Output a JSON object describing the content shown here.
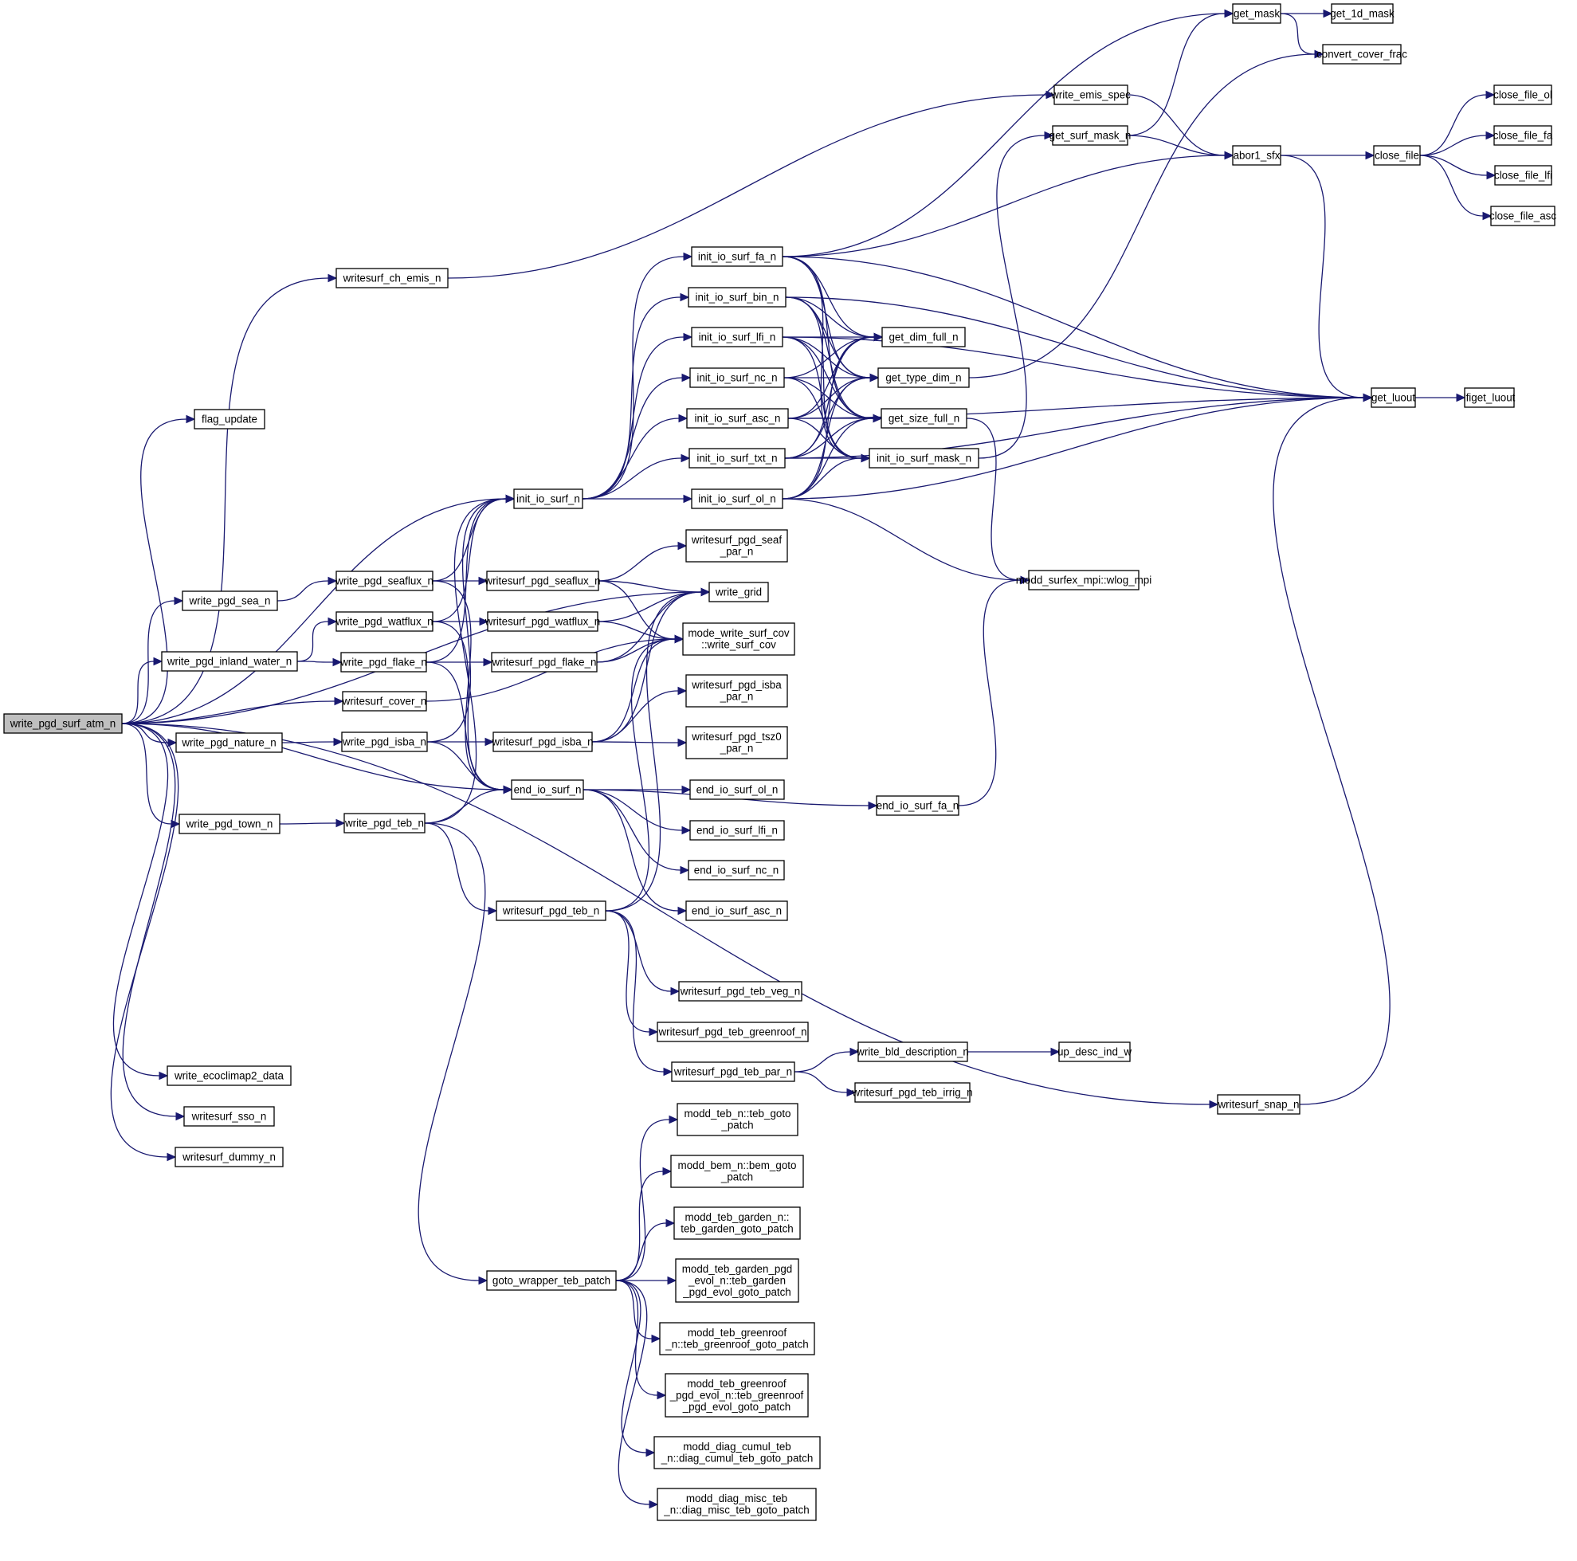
{
  "title": "write_pgd_surf_atm_n call graph",
  "colors": {
    "edge": "#191970",
    "root_fill": "#bfbfbf",
    "node_fill": "#ffffff",
    "border": "#000000"
  },
  "root": "write_pgd_surf_atm_n",
  "nodes": [
    {
      "id": "write_pgd_surf_atm_n",
      "lines": [
        "write_pgd_surf_atm_n"
      ]
    },
    {
      "id": "flag_update",
      "lines": [
        "flag_update"
      ]
    },
    {
      "id": "writesurf_ch_emis_n",
      "lines": [
        "writesurf_ch_emis_n"
      ]
    },
    {
      "id": "write_pgd_sea_n",
      "lines": [
        "write_pgd_sea_n"
      ]
    },
    {
      "id": "write_pgd_inland_water_n",
      "lines": [
        "write_pgd_inland_water_n"
      ]
    },
    {
      "id": "write_pgd_nature_n",
      "lines": [
        "write_pgd_nature_n"
      ]
    },
    {
      "id": "write_pgd_town_n",
      "lines": [
        "write_pgd_town_n"
      ]
    },
    {
      "id": "write_ecoclimap2_data",
      "lines": [
        "write_ecoclimap2_data"
      ]
    },
    {
      "id": "writesurf_sso_n",
      "lines": [
        "writesurf_sso_n"
      ]
    },
    {
      "id": "writesurf_dummy_n",
      "lines": [
        "writesurf_dummy_n"
      ]
    },
    {
      "id": "write_pgd_seaflux_n",
      "lines": [
        "write_pgd_seaflux_n"
      ]
    },
    {
      "id": "write_pgd_watflux_n",
      "lines": [
        "write_pgd_watflux_n"
      ]
    },
    {
      "id": "write_pgd_flake_n",
      "lines": [
        "write_pgd_flake_n"
      ]
    },
    {
      "id": "writesurf_cover_n",
      "lines": [
        "writesurf_cover_n"
      ]
    },
    {
      "id": "write_pgd_isba_n",
      "lines": [
        "write_pgd_isba_n"
      ]
    },
    {
      "id": "write_pgd_teb_n",
      "lines": [
        "write_pgd_teb_n"
      ]
    },
    {
      "id": "init_io_surf_n",
      "lines": [
        "init_io_surf_n"
      ]
    },
    {
      "id": "writesurf_pgd_seaflux_n",
      "lines": [
        "writesurf_pgd_seaflux_n"
      ]
    },
    {
      "id": "writesurf_pgd_watflux_n",
      "lines": [
        "writesurf_pgd_watflux_n"
      ]
    },
    {
      "id": "writesurf_pgd_flake_n",
      "lines": [
        "writesurf_pgd_flake_n"
      ]
    },
    {
      "id": "writesurf_pgd_isba_n",
      "lines": [
        "writesurf_pgd_isba_n"
      ]
    },
    {
      "id": "end_io_surf_n",
      "lines": [
        "end_io_surf_n"
      ]
    },
    {
      "id": "writesurf_pgd_teb_n",
      "lines": [
        "writesurf_pgd_teb_n"
      ]
    },
    {
      "id": "goto_wrapper_teb_patch",
      "lines": [
        "goto_wrapper_teb_patch"
      ]
    },
    {
      "id": "init_io_surf_fa_n",
      "lines": [
        "init_io_surf_fa_n"
      ]
    },
    {
      "id": "init_io_surf_bin_n",
      "lines": [
        "init_io_surf_bin_n"
      ]
    },
    {
      "id": "init_io_surf_lfi_n",
      "lines": [
        "init_io_surf_lfi_n"
      ]
    },
    {
      "id": "init_io_surf_nc_n",
      "lines": [
        "init_io_surf_nc_n"
      ]
    },
    {
      "id": "init_io_surf_asc_n",
      "lines": [
        "init_io_surf_asc_n"
      ]
    },
    {
      "id": "init_io_surf_txt_n",
      "lines": [
        "init_io_surf_txt_n"
      ]
    },
    {
      "id": "init_io_surf_ol_n",
      "lines": [
        "init_io_surf_ol_n"
      ]
    },
    {
      "id": "writesurf_pgd_seaf_par_n",
      "lines": [
        "writesurf_pgd_seaf",
        "_par_n"
      ]
    },
    {
      "id": "write_grid",
      "lines": [
        "write_grid"
      ]
    },
    {
      "id": "mode_write_surf_cov",
      "lines": [
        "mode_write_surf_cov",
        "::write_surf_cov"
      ]
    },
    {
      "id": "writesurf_pgd_isba_par_n",
      "lines": [
        "writesurf_pgd_isba",
        "_par_n"
      ]
    },
    {
      "id": "writesurf_pgd_tsz0_par_n",
      "lines": [
        "writesurf_pgd_tsz0",
        "_par_n"
      ]
    },
    {
      "id": "end_io_surf_ol_n",
      "lines": [
        "end_io_surf_ol_n"
      ]
    },
    {
      "id": "end_io_surf_lfi_n",
      "lines": [
        "end_io_surf_lfi_n"
      ]
    },
    {
      "id": "end_io_surf_nc_n",
      "lines": [
        "end_io_surf_nc_n"
      ]
    },
    {
      "id": "end_io_surf_asc_n",
      "lines": [
        "end_io_surf_asc_n"
      ]
    },
    {
      "id": "writesurf_pgd_teb_veg_n",
      "lines": [
        "writesurf_pgd_teb_veg_n"
      ]
    },
    {
      "id": "writesurf_pgd_teb_greenroof_n",
      "lines": [
        "writesurf_pgd_teb_greenroof_n"
      ]
    },
    {
      "id": "writesurf_pgd_teb_par_n",
      "lines": [
        "writesurf_pgd_teb_par_n"
      ]
    },
    {
      "id": "modd_teb_n_teb_goto_patch",
      "lines": [
        "modd_teb_n::teb_goto",
        "_patch"
      ]
    },
    {
      "id": "modd_bem_n_bem_goto_patch",
      "lines": [
        "modd_bem_n::bem_goto",
        "_patch"
      ]
    },
    {
      "id": "modd_teb_garden_n",
      "lines": [
        "modd_teb_garden_n::",
        "teb_garden_goto_patch"
      ]
    },
    {
      "id": "modd_teb_garden_pgd_evol_n",
      "lines": [
        "modd_teb_garden_pgd",
        "_evol_n::teb_garden",
        "_pgd_evol_goto_patch"
      ]
    },
    {
      "id": "modd_teb_greenroof_n",
      "lines": [
        "modd_teb_greenroof",
        "_n::teb_greenroof_goto_patch"
      ]
    },
    {
      "id": "modd_teb_greenroof_pgd_evol_n",
      "lines": [
        "modd_teb_greenroof",
        "_pgd_evol_n::teb_greenroof",
        "_pgd_evol_goto_patch"
      ]
    },
    {
      "id": "modd_diag_cumul_teb_n",
      "lines": [
        "modd_diag_cumul_teb",
        "_n::diag_cumul_teb_goto_patch"
      ]
    },
    {
      "id": "modd_diag_misc_teb_n",
      "lines": [
        "modd_diag_misc_teb",
        "_n::diag_misc_teb_goto_patch"
      ]
    },
    {
      "id": "get_dim_full_n",
      "lines": [
        "get_dim_full_n"
      ]
    },
    {
      "id": "get_type_dim_n",
      "lines": [
        "get_type_dim_n"
      ]
    },
    {
      "id": "get_size_full_n",
      "lines": [
        "get_size_full_n"
      ]
    },
    {
      "id": "init_io_surf_mask_n",
      "lines": [
        "init_io_surf_mask_n"
      ]
    },
    {
      "id": "end_io_surf_fa_n",
      "lines": [
        "end_io_surf_fa_n"
      ]
    },
    {
      "id": "write_bld_description_n",
      "lines": [
        "write_bld_description_n"
      ]
    },
    {
      "id": "writesurf_pgd_teb_irrig_n",
      "lines": [
        "writesurf_pgd_teb_irrig_n"
      ]
    },
    {
      "id": "write_emis_spec",
      "lines": [
        "write_emis_spec"
      ]
    },
    {
      "id": "get_surf_mask_n",
      "lines": [
        "get_surf_mask_n"
      ]
    },
    {
      "id": "modd_surfex_mpi_wlog_mpi",
      "lines": [
        "modd_surfex_mpi::wlog_mpi"
      ]
    },
    {
      "id": "up_desc_ind_w",
      "lines": [
        "up_desc_ind_w"
      ]
    },
    {
      "id": "get_mask",
      "lines": [
        "get_mask"
      ]
    },
    {
      "id": "abor1_sfx",
      "lines": [
        "abor1_sfx"
      ]
    },
    {
      "id": "get_luout",
      "lines": [
        "get_luout"
      ]
    },
    {
      "id": "writesurf_snap_n",
      "lines": [
        "writesurf_snap_n"
      ]
    },
    {
      "id": "get_1d_mask",
      "lines": [
        "get_1d_mask"
      ]
    },
    {
      "id": "convert_cover_frac",
      "lines": [
        "convert_cover_frac"
      ]
    },
    {
      "id": "close_file",
      "lines": [
        "close_file"
      ]
    },
    {
      "id": "lfiget_luout",
      "lines": [
        "lfiget_luout"
      ]
    },
    {
      "id": "close_file_ol",
      "lines": [
        "close_file_ol"
      ]
    },
    {
      "id": "close_file_fa",
      "lines": [
        "close_file_fa"
      ]
    },
    {
      "id": "close_file_lfi",
      "lines": [
        "close_file_lfi"
      ]
    },
    {
      "id": "close_file_asc",
      "lines": [
        "close_file_asc"
      ]
    }
  ],
  "edges": [
    [
      "write_pgd_surf_atm_n",
      "flag_update"
    ],
    [
      "write_pgd_surf_atm_n",
      "writesurf_ch_emis_n"
    ],
    [
      "write_pgd_surf_atm_n",
      "init_io_surf_n"
    ],
    [
      "write_pgd_surf_atm_n",
      "write_grid"
    ],
    [
      "write_pgd_surf_atm_n",
      "write_pgd_sea_n"
    ],
    [
      "write_pgd_surf_atm_n",
      "write_pgd_inland_water_n"
    ],
    [
      "write_pgd_surf_atm_n",
      "writesurf_cover_n"
    ],
    [
      "write_pgd_surf_atm_n",
      "write_pgd_nature_n"
    ],
    [
      "write_pgd_surf_atm_n",
      "end_io_surf_n"
    ],
    [
      "write_pgd_surf_atm_n",
      "write_pgd_town_n"
    ],
    [
      "write_pgd_surf_atm_n",
      "write_ecoclimap2_data"
    ],
    [
      "write_pgd_surf_atm_n",
      "writesurf_sso_n"
    ],
    [
      "write_pgd_surf_atm_n",
      "writesurf_dummy_n"
    ],
    [
      "write_pgd_surf_atm_n",
      "writesurf_snap_n"
    ],
    [
      "writesurf_ch_emis_n",
      "write_emis_spec"
    ],
    [
      "write_pgd_sea_n",
      "write_pgd_seaflux_n"
    ],
    [
      "write_pgd_inland_water_n",
      "write_pgd_watflux_n"
    ],
    [
      "write_pgd_inland_water_n",
      "write_pgd_flake_n"
    ],
    [
      "write_pgd_nature_n",
      "write_pgd_isba_n"
    ],
    [
      "write_pgd_town_n",
      "write_pgd_teb_n"
    ],
    [
      "write_pgd_seaflux_n",
      "init_io_surf_n"
    ],
    [
      "write_pgd_seaflux_n",
      "writesurf_pgd_seaflux_n"
    ],
    [
      "write_pgd_seaflux_n",
      "end_io_surf_n"
    ],
    [
      "write_pgd_watflux_n",
      "init_io_surf_n"
    ],
    [
      "write_pgd_watflux_n",
      "writesurf_pgd_watflux_n"
    ],
    [
      "write_pgd_watflux_n",
      "end_io_surf_n"
    ],
    [
      "write_pgd_flake_n",
      "init_io_surf_n"
    ],
    [
      "write_pgd_flake_n",
      "writesurf_pgd_flake_n"
    ],
    [
      "write_pgd_flake_n",
      "end_io_surf_n"
    ],
    [
      "writesurf_cover_n",
      "mode_write_surf_cov"
    ],
    [
      "write_pgd_isba_n",
      "init_io_surf_n"
    ],
    [
      "write_pgd_isba_n",
      "writesurf_pgd_isba_n"
    ],
    [
      "write_pgd_isba_n",
      "end_io_surf_n"
    ],
    [
      "write_pgd_teb_n",
      "init_io_surf_n"
    ],
    [
      "write_pgd_teb_n",
      "end_io_surf_n"
    ],
    [
      "write_pgd_teb_n",
      "writesurf_pgd_teb_n"
    ],
    [
      "write_pgd_teb_n",
      "goto_wrapper_teb_patch"
    ],
    [
      "init_io_surf_n",
      "init_io_surf_fa_n"
    ],
    [
      "init_io_surf_n",
      "init_io_surf_bin_n"
    ],
    [
      "init_io_surf_n",
      "init_io_surf_lfi_n"
    ],
    [
      "init_io_surf_n",
      "init_io_surf_nc_n"
    ],
    [
      "init_io_surf_n",
      "init_io_surf_asc_n"
    ],
    [
      "init_io_surf_n",
      "init_io_surf_txt_n"
    ],
    [
      "init_io_surf_n",
      "init_io_surf_ol_n"
    ],
    [
      "writesurf_pgd_seaflux_n",
      "writesurf_pgd_seaf_par_n"
    ],
    [
      "writesurf_pgd_seaflux_n",
      "write_grid"
    ],
    [
      "writesurf_pgd_seaflux_n",
      "mode_write_surf_cov"
    ],
    [
      "writesurf_pgd_watflux_n",
      "write_grid"
    ],
    [
      "writesurf_pgd_watflux_n",
      "mode_write_surf_cov"
    ],
    [
      "writesurf_pgd_flake_n",
      "write_grid"
    ],
    [
      "writesurf_pgd_flake_n",
      "mode_write_surf_cov"
    ],
    [
      "writesurf_pgd_isba_n",
      "write_grid"
    ],
    [
      "writesurf_pgd_isba_n",
      "mode_write_surf_cov"
    ],
    [
      "writesurf_pgd_isba_n",
      "writesurf_pgd_isba_par_n"
    ],
    [
      "writesurf_pgd_isba_n",
      "writesurf_pgd_tsz0_par_n"
    ],
    [
      "end_io_surf_n",
      "end_io_surf_ol_n"
    ],
    [
      "end_io_surf_n",
      "end_io_surf_lfi_n"
    ],
    [
      "end_io_surf_n",
      "end_io_surf_nc_n"
    ],
    [
      "end_io_surf_n",
      "end_io_surf_asc_n"
    ],
    [
      "end_io_surf_n",
      "end_io_surf_fa_n"
    ],
    [
      "writesurf_pgd_teb_n",
      "write_grid"
    ],
    [
      "writesurf_pgd_teb_n",
      "mode_write_surf_cov"
    ],
    [
      "writesurf_pgd_teb_n",
      "writesurf_pgd_teb_veg_n"
    ],
    [
      "writesurf_pgd_teb_n",
      "writesurf_pgd_teb_greenroof_n"
    ],
    [
      "writesurf_pgd_teb_n",
      "writesurf_pgd_teb_par_n"
    ],
    [
      "writesurf_pgd_teb_par_n",
      "write_bld_description_n"
    ],
    [
      "writesurf_pgd_teb_par_n",
      "writesurf_pgd_teb_irrig_n"
    ],
    [
      "write_bld_description_n",
      "up_desc_ind_w"
    ],
    [
      "goto_wrapper_teb_patch",
      "modd_teb_n_teb_goto_patch"
    ],
    [
      "goto_wrapper_teb_patch",
      "modd_bem_n_bem_goto_patch"
    ],
    [
      "goto_wrapper_teb_patch",
      "modd_teb_garden_n"
    ],
    [
      "goto_wrapper_teb_patch",
      "modd_teb_garden_pgd_evol_n"
    ],
    [
      "goto_wrapper_teb_patch",
      "modd_teb_greenroof_n"
    ],
    [
      "goto_wrapper_teb_patch",
      "modd_teb_greenroof_pgd_evol_n"
    ],
    [
      "goto_wrapper_teb_patch",
      "modd_diag_cumul_teb_n"
    ],
    [
      "goto_wrapper_teb_patch",
      "modd_diag_misc_teb_n"
    ],
    [
      "init_io_surf_fa_n",
      "get_mask"
    ],
    [
      "init_io_surf_fa_n",
      "abor1_sfx"
    ],
    [
      "init_io_surf_fa_n",
      "get_luout"
    ],
    [
      "init_io_surf_fa_n",
      "get_dim_full_n"
    ],
    [
      "init_io_surf_fa_n",
      "get_type_dim_n"
    ],
    [
      "init_io_surf_fa_n",
      "get_size_full_n"
    ],
    [
      "init_io_surf_fa_n",
      "init_io_surf_mask_n"
    ],
    [
      "init_io_surf_bin_n",
      "get_luout"
    ],
    [
      "init_io_surf_bin_n",
      "get_dim_full_n"
    ],
    [
      "init_io_surf_bin_n",
      "get_type_dim_n"
    ],
    [
      "init_io_surf_bin_n",
      "get_size_full_n"
    ],
    [
      "init_io_surf_bin_n",
      "init_io_surf_mask_n"
    ],
    [
      "init_io_surf_lfi_n",
      "get_luout"
    ],
    [
      "init_io_surf_lfi_n",
      "get_dim_full_n"
    ],
    [
      "init_io_surf_lfi_n",
      "get_type_dim_n"
    ],
    [
      "init_io_surf_lfi_n",
      "get_size_full_n"
    ],
    [
      "init_io_surf_lfi_n",
      "init_io_surf_mask_n"
    ],
    [
      "init_io_surf_nc_n",
      "get_dim_full_n"
    ],
    [
      "init_io_surf_nc_n",
      "get_type_dim_n"
    ],
    [
      "init_io_surf_nc_n",
      "get_size_full_n"
    ],
    [
      "init_io_surf_nc_n",
      "init_io_surf_mask_n"
    ],
    [
      "init_io_surf_asc_n",
      "get_dim_full_n"
    ],
    [
      "init_io_surf_asc_n",
      "get_type_dim_n"
    ],
    [
      "init_io_surf_asc_n",
      "get_size_full_n"
    ],
    [
      "init_io_surf_asc_n",
      "init_io_surf_mask_n"
    ],
    [
      "init_io_surf_asc_n",
      "get_luout"
    ],
    [
      "init_io_surf_txt_n",
      "get_dim_full_n"
    ],
    [
      "init_io_surf_txt_n",
      "get_type_dim_n"
    ],
    [
      "init_io_surf_txt_n",
      "get_size_full_n"
    ],
    [
      "init_io_surf_txt_n",
      "init_io_surf_mask_n"
    ],
    [
      "init_io_surf_txt_n",
      "get_luout"
    ],
    [
      "init_io_surf_ol_n",
      "get_dim_full_n"
    ],
    [
      "init_io_surf_ol_n",
      "get_type_dim_n"
    ],
    [
      "init_io_surf_ol_n",
      "get_size_full_n"
    ],
    [
      "init_io_surf_ol_n",
      "init_io_surf_mask_n"
    ],
    [
      "init_io_surf_ol_n",
      "modd_surfex_mpi_wlog_mpi"
    ],
    [
      "init_io_surf_ol_n",
      "get_luout"
    ],
    [
      "get_type_dim_n",
      "convert_cover_frac"
    ],
    [
      "get_size_full_n",
      "modd_surfex_mpi_wlog_mpi"
    ],
    [
      "init_io_surf_mask_n",
      "get_surf_mask_n"
    ],
    [
      "end_io_surf_fa_n",
      "modd_surfex_mpi_wlog_mpi"
    ],
    [
      "write_emis_spec",
      "abor1_sfx"
    ],
    [
      "get_surf_mask_n",
      "get_mask"
    ],
    [
      "get_surf_mask_n",
      "abor1_sfx"
    ],
    [
      "get_mask",
      "get_1d_mask"
    ],
    [
      "get_mask",
      "convert_cover_frac"
    ],
    [
      "abor1_sfx",
      "close_file"
    ],
    [
      "abor1_sfx",
      "get_luout"
    ],
    [
      "close_file",
      "close_file_ol"
    ],
    [
      "close_file",
      "close_file_fa"
    ],
    [
      "close_file",
      "close_file_lfi"
    ],
    [
      "close_file",
      "close_file_asc"
    ],
    [
      "get_luout",
      "lfiget_luout"
    ],
    [
      "writesurf_snap_n",
      "get_luout"
    ]
  ]
}
